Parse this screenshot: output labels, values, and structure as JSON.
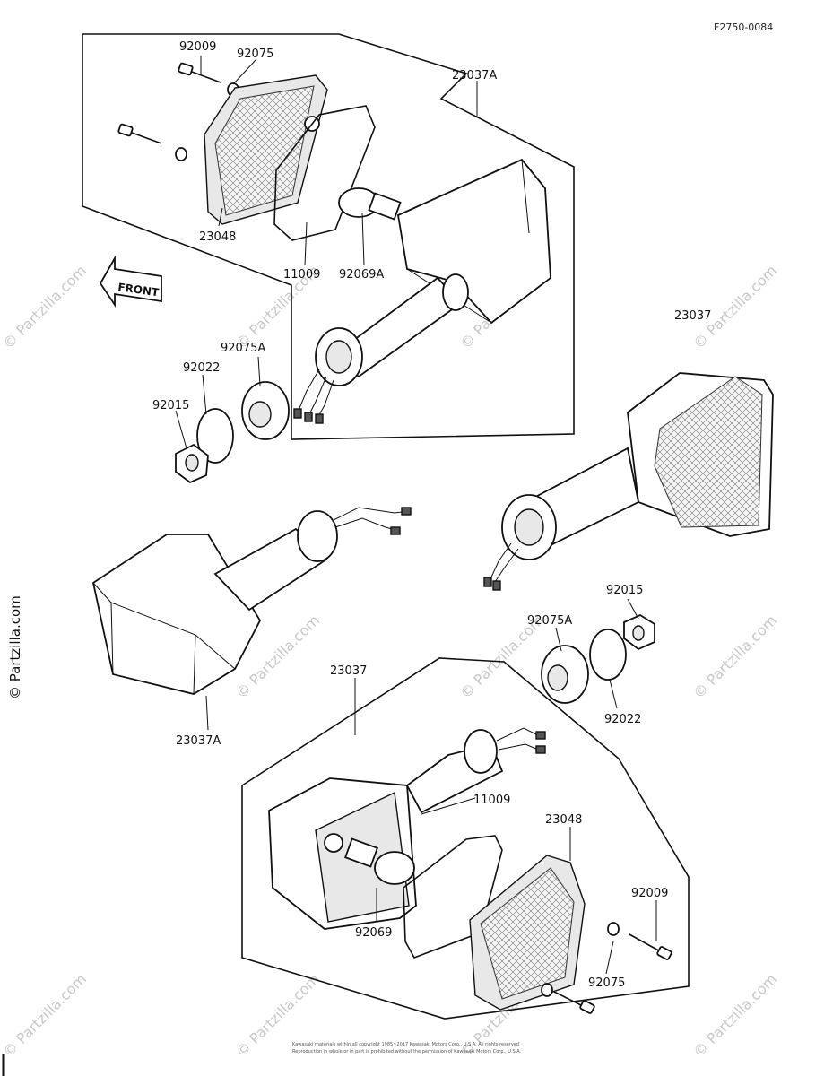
{
  "diagram_id": "F2750-0084",
  "front_label": "FRONT",
  "watermark": "© Partzilla.com",
  "copyright_line1": "Kawasaki materials within all copyright 1985~2017 Kawasaki Motors Corp., U.S.A. All rights reserved",
  "copyright_line2": "Reproduction in whole or in part is prohibited without the permission of Kawasaki Motors Corp., U.S.A.",
  "labels": {
    "p92009_top": "92009",
    "p92075_top": "92075",
    "p23037A_top": "23037A",
    "p23048_top": "23048",
    "p11009_top": "11009",
    "p92069A": "92069A",
    "p92075A_left": "92075A",
    "p92022_left": "92022",
    "p92015_left": "92015",
    "p23037_right": "23037",
    "p23037A_left": "23037A",
    "p92015_right": "92015",
    "p92075A_right": "92075A",
    "p92022_right": "92022",
    "p23037_bottom": "23037",
    "p11009_bottom": "11009",
    "p23048_bottom": "23048",
    "p92009_bottom": "92009",
    "p92069": "92069",
    "p92075_bottom": "92075"
  }
}
